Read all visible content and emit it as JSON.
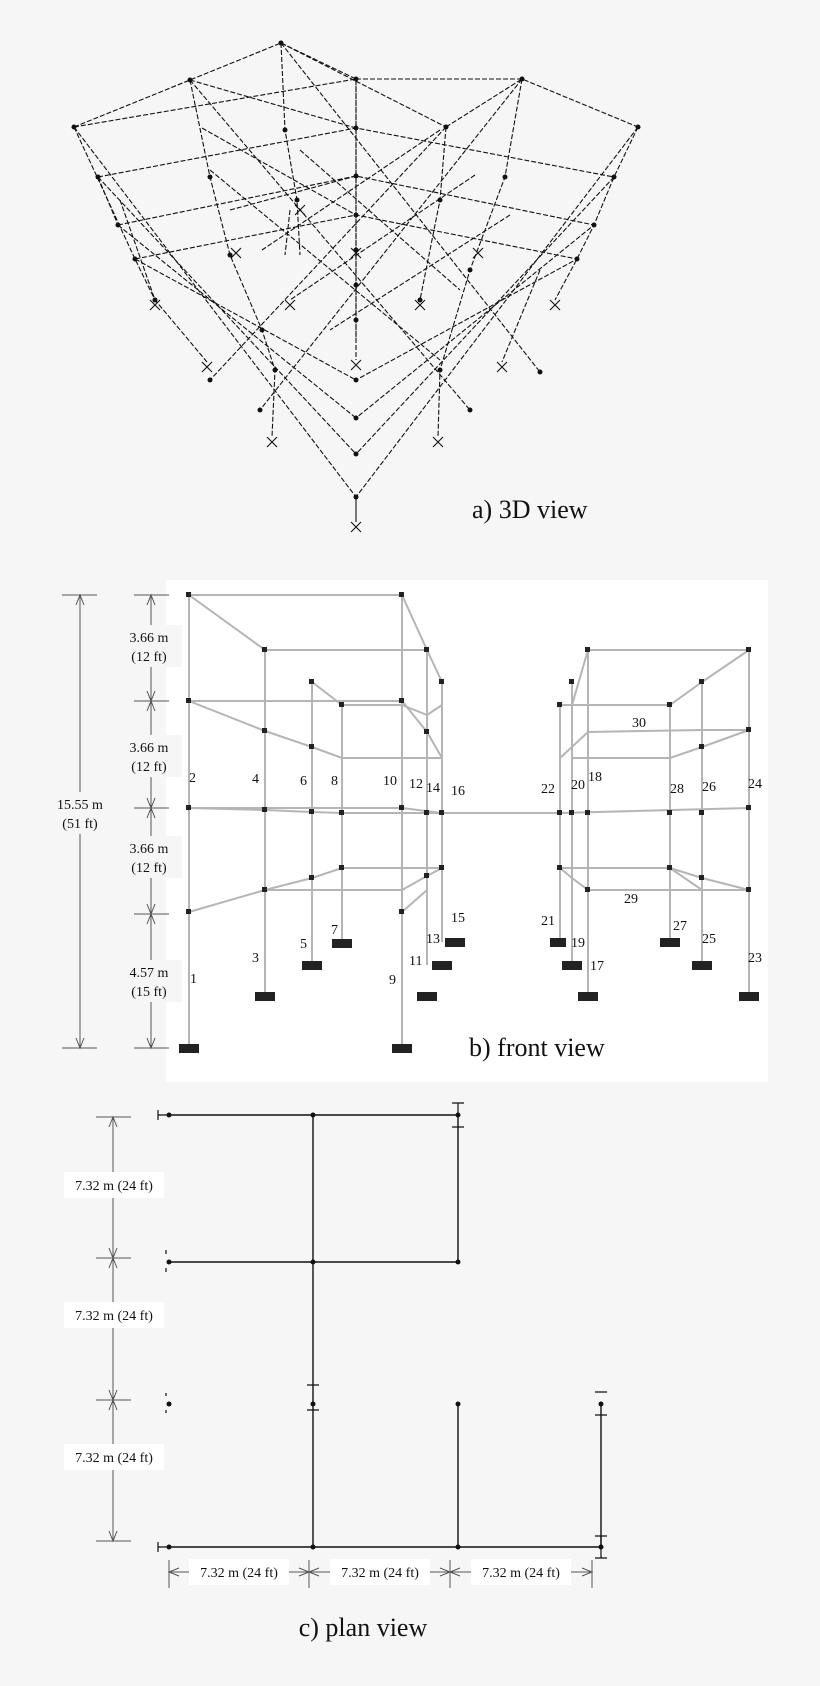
{
  "views": {
    "view_3d": {
      "caption": "a) 3D view"
    },
    "front": {
      "caption": "b) front view",
      "story_heights": [
        {
          "metric": "3.66 m",
          "imperial": "(12 ft)"
        },
        {
          "metric": "3.66 m",
          "imperial": "(12 ft)"
        },
        {
          "metric": "3.66 m",
          "imperial": "(12 ft)"
        },
        {
          "metric": "4.57 m",
          "imperial": "(15 ft)"
        }
      ],
      "total_height": {
        "metric": "15.55 m",
        "imperial": "(51 ft)"
      },
      "member_labels": [
        "1",
        "2",
        "3",
        "4",
        "5",
        "6",
        "7",
        "8",
        "9",
        "10",
        "11",
        "12",
        "13",
        "14",
        "15",
        "16",
        "17",
        "18",
        "19",
        "20",
        "21",
        "22",
        "23",
        "24",
        "25",
        "26",
        "27",
        "28",
        "29",
        "30"
      ]
    },
    "plan": {
      "caption": "c) plan view",
      "vertical_spans": [
        "7.32 m (24 ft)",
        "7.32 m (24 ft)",
        "7.32 m (24 ft)"
      ],
      "horizontal_spans": [
        "7.32 m (24 ft)",
        "7.32 m (24 ft)",
        "7.32 m (24 ft)"
      ]
    }
  }
}
